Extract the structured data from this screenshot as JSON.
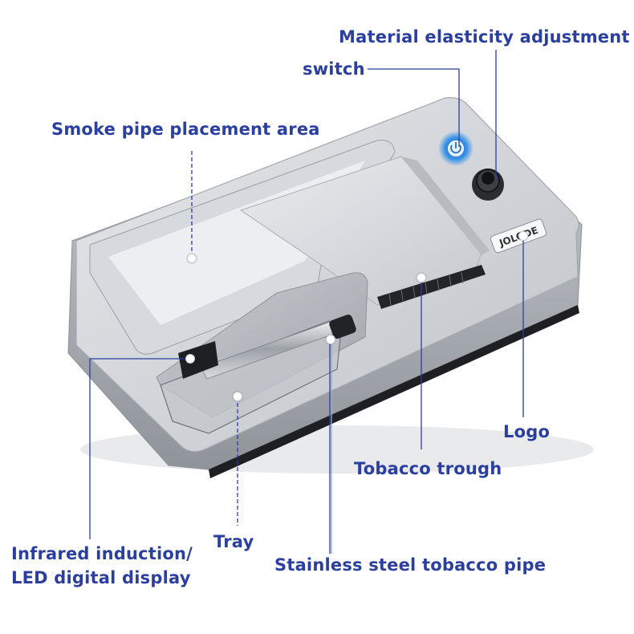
{
  "labels": {
    "material_elasticity_adjustment": "Material elasticity adjustment",
    "switch": "switch",
    "smoke_pipe_placement_area": "Smoke pipe placement area",
    "logo": "Logo",
    "tobacco_trough": "Tobacco trough",
    "infrared_induction_line1": "Infrared induction/",
    "infrared_induction_line2": "LED digital display",
    "tray": "Tray",
    "stainless_steel_tobacco_pipe": "Stainless steel tobacco pipe"
  },
  "device": {
    "brand_logo": "JOLODE"
  },
  "colors": {
    "label_text": "#2b3f9f",
    "leader_line": "#2b3f9f",
    "switch_glow": "#4aa8ff"
  }
}
